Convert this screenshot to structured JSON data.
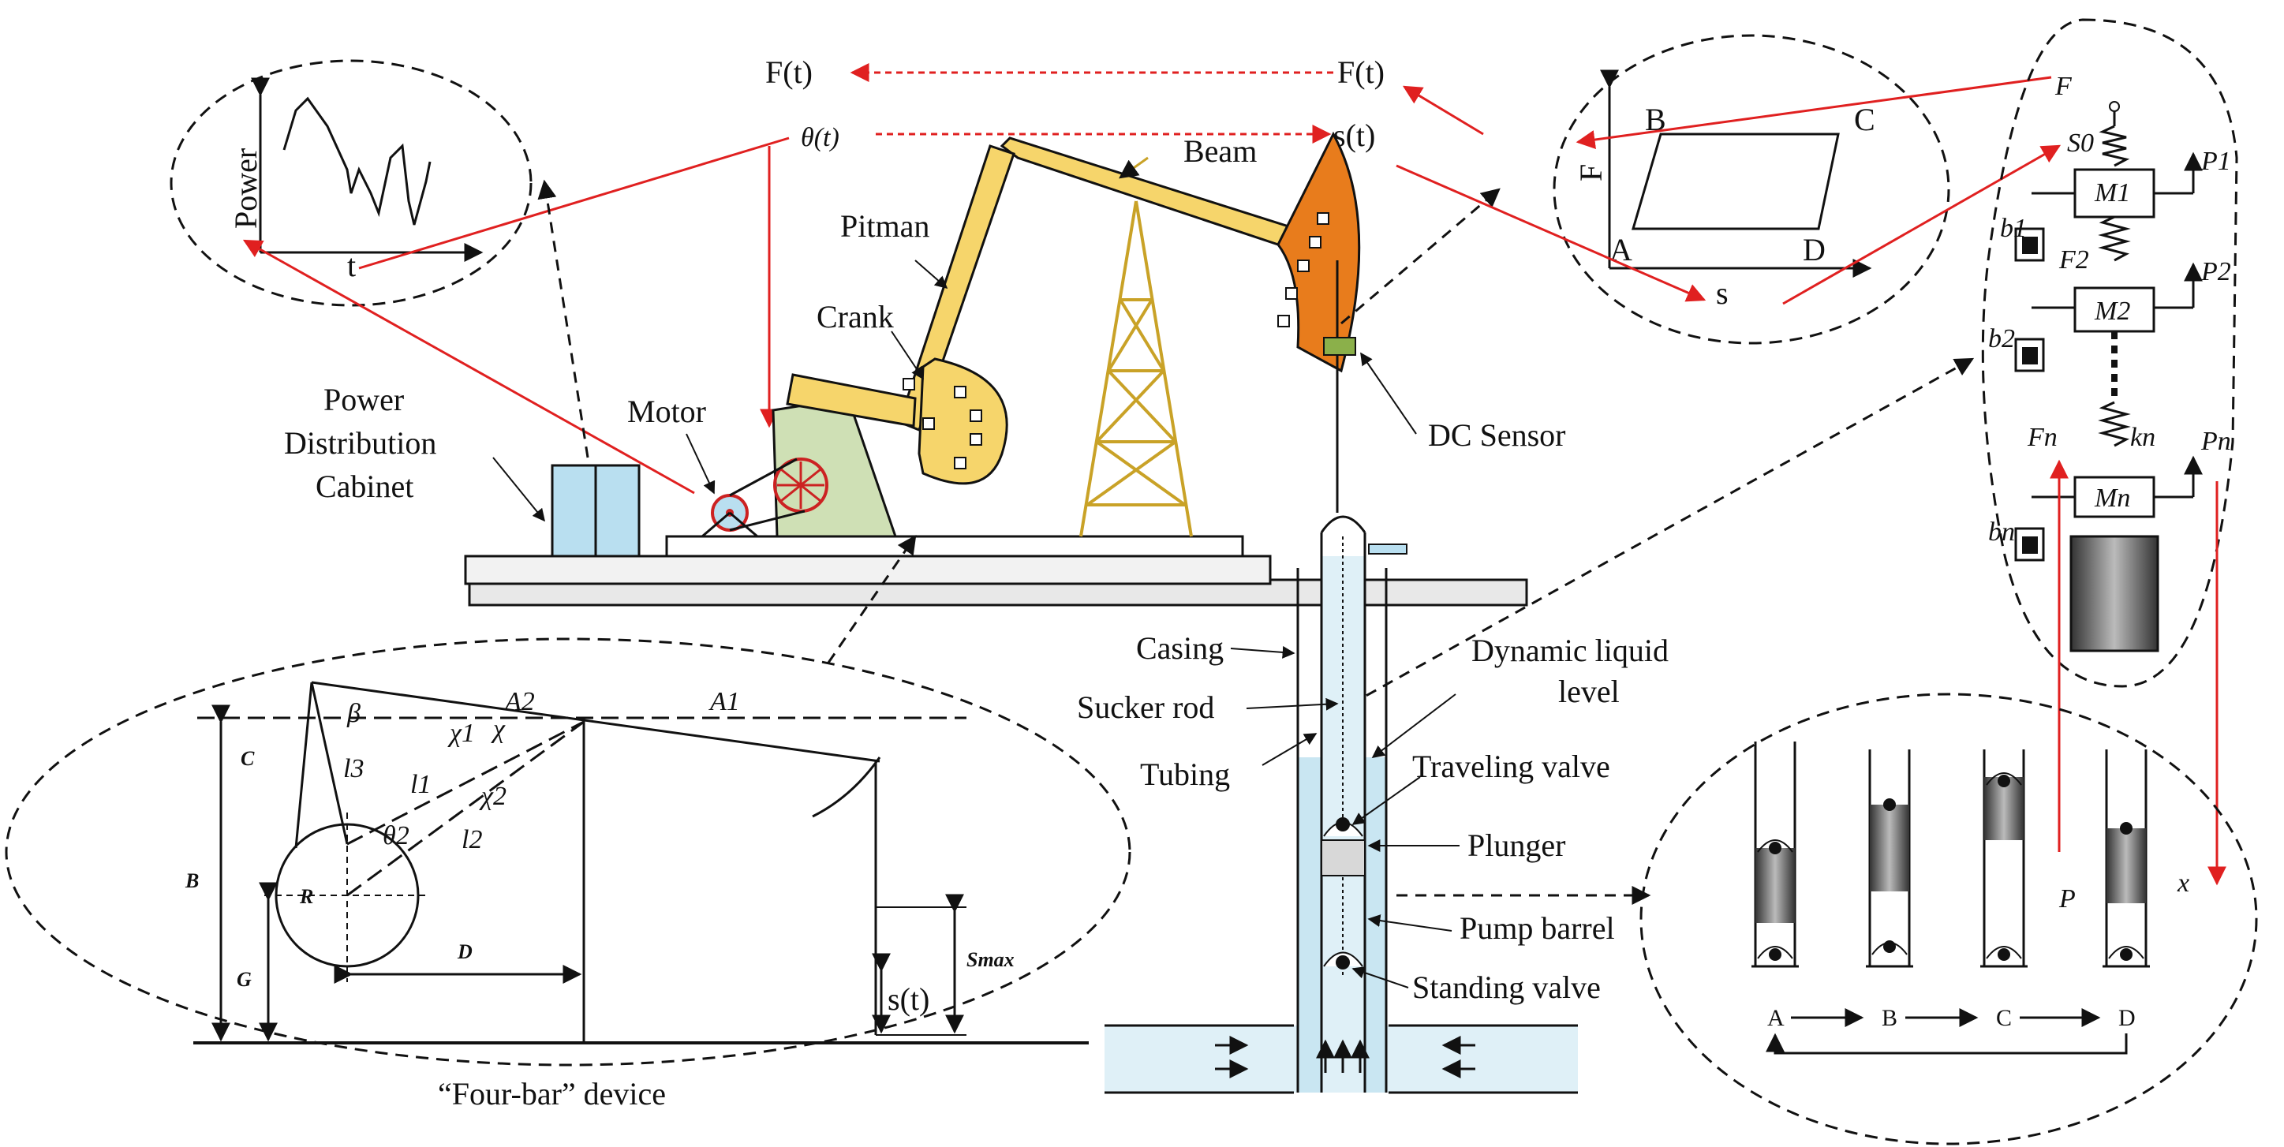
{
  "labels": {
    "power_axis": "Power",
    "time_axis": "t",
    "f_t_left": "F(t)",
    "theta_t": "θ(t)",
    "f_t_right": "F(t)",
    "s_t_top": "s(t)",
    "beam": "Beam",
    "pitman": "Pitman",
    "crank": "Crank",
    "motor": "Motor",
    "power_cabinet_1": "Power",
    "power_cabinet_2": "Distribution",
    "power_cabinet_3": "Cabinet",
    "dc_sensor": "DC Sensor",
    "casing": "Casing",
    "sucker_rod": "Sucker rod",
    "tubing": "Tubing",
    "dynamic_liquid_1": "Dynamic liquid",
    "dynamic_liquid_2": "level",
    "traveling_valve": "Traveling valve",
    "plunger": "Plunger",
    "pump_barrel": "Pump barrel",
    "standing_valve": "Standing valve",
    "four_bar": "“Four-bar” device"
  },
  "dynacard": {
    "y_axis": "F",
    "x_axis": "s",
    "A": "A",
    "B": "B",
    "C": "C",
    "D": "D"
  },
  "fourbar": {
    "A2": "A2",
    "A1": "A1",
    "C": "C",
    "B": "B",
    "G": "G",
    "R": "R",
    "D": "D",
    "l3": "l3",
    "l1": "l1",
    "l2": "l2",
    "chi1": "χ1",
    "chi": "χ",
    "chi2": "χ2",
    "beta": "β",
    "theta2": "θ2",
    "smax": "Smax",
    "s_t": "s(t)"
  },
  "mass_spring": {
    "F": "F",
    "s0": "S0",
    "P1": "P1",
    "P2": "P2",
    "Pn": "Pn",
    "M1": "M1",
    "M2": "M2",
    "Mn": "Mn",
    "b1": "b1",
    "b2": "b2",
    "bn": "bn",
    "F2": "F2",
    "Fn": "Fn",
    "kn": "kn",
    "P": "P",
    "x": "x"
  },
  "pump_states": [
    "A",
    "B",
    "C",
    "D"
  ]
}
